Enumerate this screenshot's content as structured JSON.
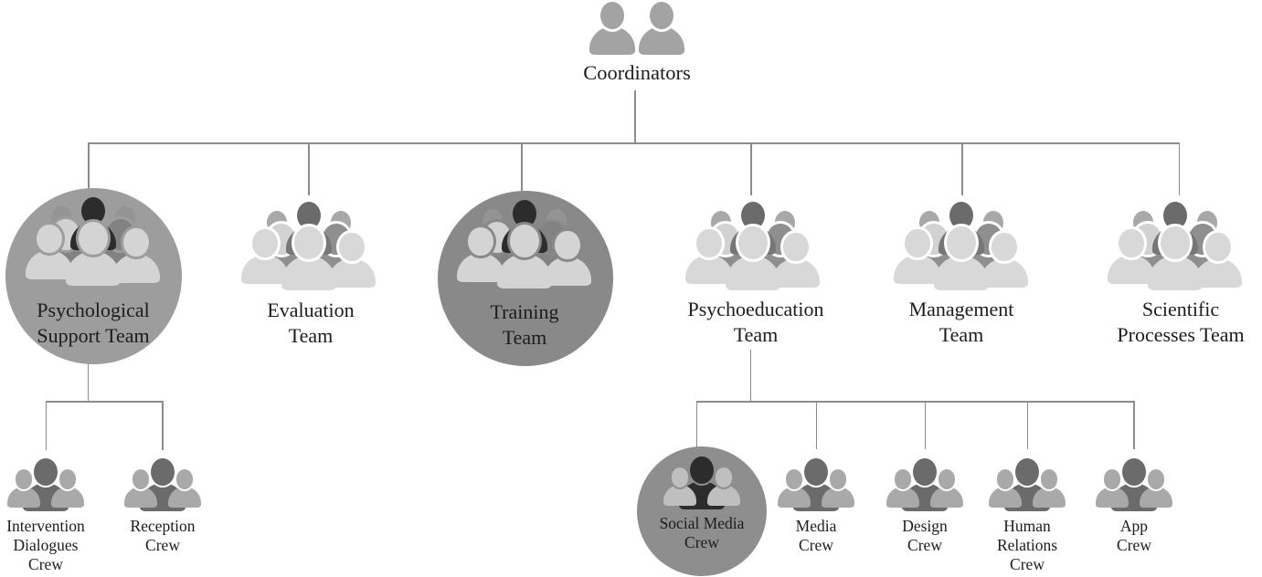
{
  "palette": {
    "background": "#ffffff",
    "line": "#8c8c8c",
    "label_text": "#1c1c1c",
    "circle_psych_support": "#9d9d9d",
    "circle_training": "#898989",
    "circle_social_media": "#8e8e8e",
    "person_pair": "#a3a3a3",
    "person_flank": "#a8a8a8",
    "person_flank_circled": "#949494",
    "person_mid": "#8f8f8f",
    "person_mid_circled": "#828282",
    "person_mid_light_head": "#d2d2d2",
    "person_dark": "#6b6b6b",
    "person_dark_body": "#767676",
    "person_darkest": "#2c2c2c",
    "person_front": "#d8d8d8",
    "person_front_circled": "#d4d4d4",
    "person_side": "#a9a9a9",
    "person_side_circled": "#bfbfbf"
  },
  "root": {
    "label": "Coordinators",
    "icon": "coordinators-pair-icon"
  },
  "teams": [
    {
      "name": "psychological-support-team",
      "label_lines": [
        "Psychological",
        "Support Team"
      ],
      "highlighted": true
    },
    {
      "name": "evaluation-team",
      "label_lines": [
        "Evaluation",
        "Team"
      ],
      "highlighted": false
    },
    {
      "name": "training-team",
      "label_lines": [
        "Training",
        "Team"
      ],
      "highlighted": true
    },
    {
      "name": "psychoeducation-team",
      "label_lines": [
        "Psychoeducation",
        "Team"
      ],
      "highlighted": false
    },
    {
      "name": "management-team",
      "label_lines": [
        "Management",
        "Team"
      ],
      "highlighted": false
    },
    {
      "name": "scientific-processes-team",
      "label_lines": [
        "Scientific",
        "Processes Team"
      ],
      "highlighted": false
    }
  ],
  "crews": {
    "psychological_support": [
      {
        "name": "intervention-dialogues-crew",
        "label_lines": [
          "Intervention",
          "Dialogues",
          "Crew"
        ],
        "highlighted": false
      },
      {
        "name": "reception-crew",
        "label_lines": [
          "Reception",
          "Crew"
        ],
        "highlighted": false
      }
    ],
    "psychoeducation": [
      {
        "name": "social-media-crew",
        "label_lines": [
          "Social Media",
          "Crew"
        ],
        "highlighted": true
      },
      {
        "name": "media-crew",
        "label_lines": [
          "Media",
          "Crew"
        ],
        "highlighted": false
      },
      {
        "name": "design-crew",
        "label_lines": [
          "Design",
          "Crew"
        ],
        "highlighted": false
      },
      {
        "name": "human-relations-crew",
        "label_lines": [
          "Human",
          "Relations",
          "Crew"
        ],
        "highlighted": false
      },
      {
        "name": "app-crew",
        "label_lines": [
          "App",
          "Crew"
        ],
        "highlighted": false
      }
    ]
  }
}
